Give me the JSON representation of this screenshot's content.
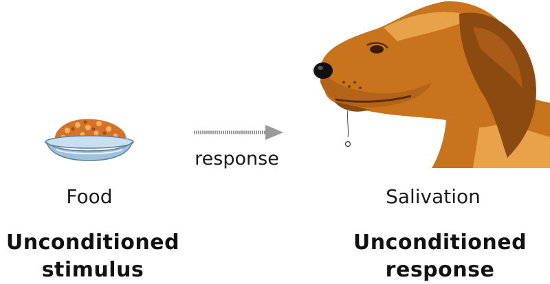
{
  "arrow": {
    "label": "response"
  },
  "stimulus": {
    "name": "Food",
    "term_line1": "Unconditioned",
    "term_line2": "stimulus"
  },
  "reaction": {
    "name": "Salivation",
    "term_line1": "Unconditioned",
    "term_line2": "response"
  },
  "colors": {
    "dog_fur": "#c8741c",
    "dog_fur_light": "#e8a34a",
    "dog_fur_dark": "#8a4a10",
    "bowl_blue": "#9fc2dc",
    "food_orange": "#d4722a",
    "arrow_gray": "#9a9a9a"
  }
}
